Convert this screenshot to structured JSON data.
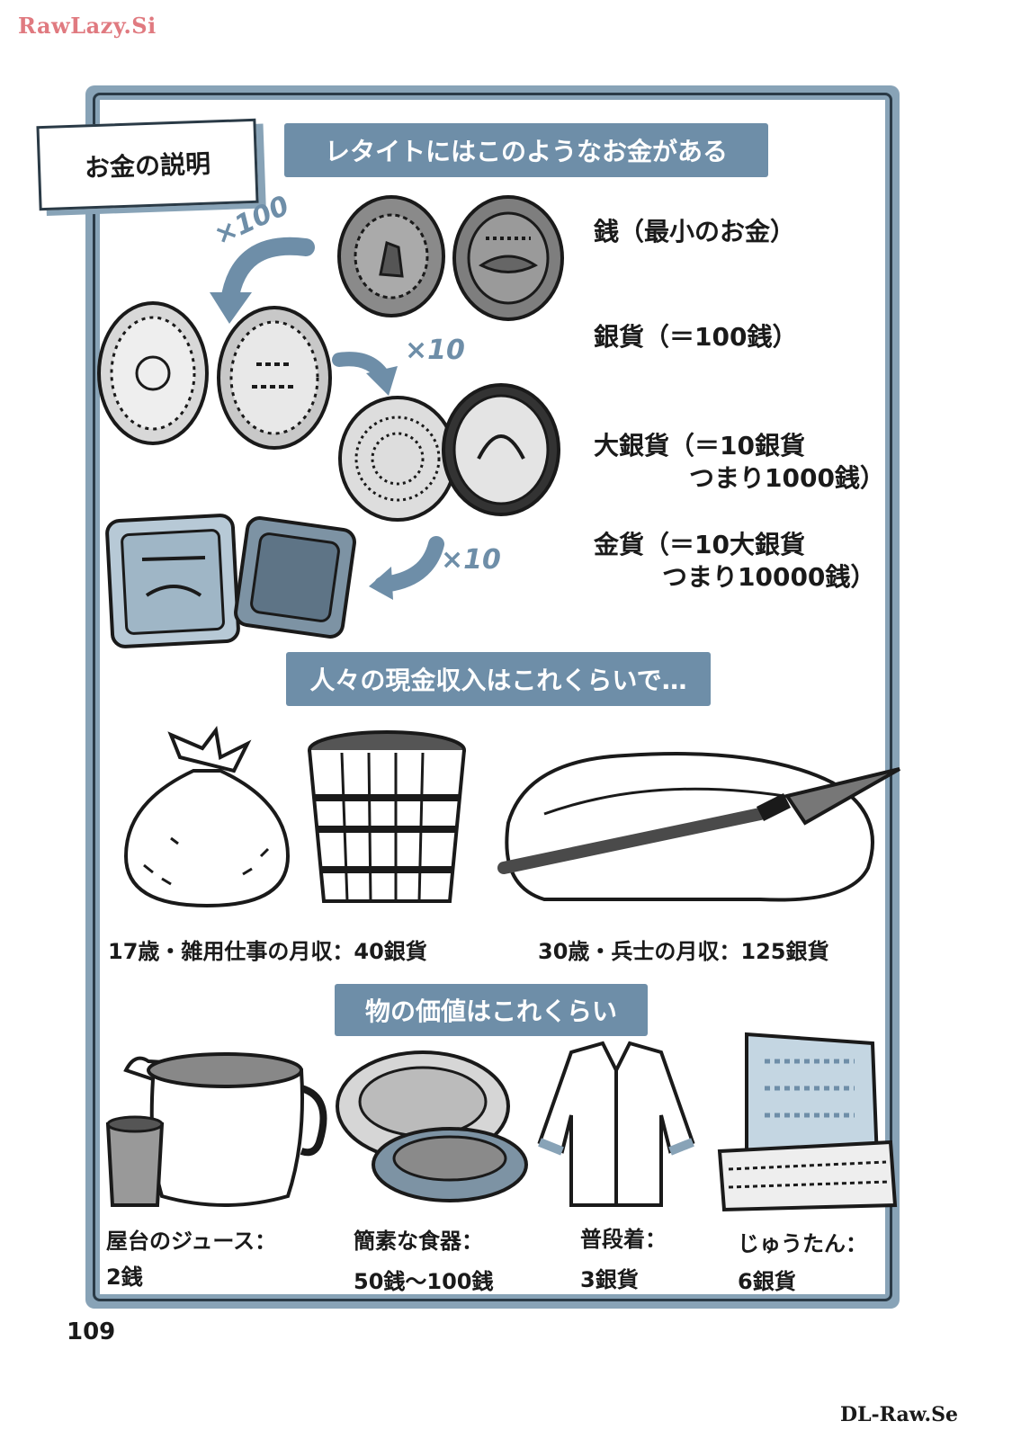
{
  "watermark_top": "RawLazy.Si",
  "watermark_bottom": "DL-Raw.Se",
  "page_number": "109",
  "title_tag": "お金の説明",
  "banners": {
    "money_types": "レタイトにはこのようなお金がある",
    "income": "人々の現金収入はこれくらいで…",
    "prices": "物の価値はこれくらい"
  },
  "multipliers": {
    "x100": "×100",
    "x10_a": "×10",
    "x10_b": "×10"
  },
  "denominations": [
    {
      "line1": "銭（最小のお金）",
      "line2": ""
    },
    {
      "line1": "銀貨（＝100銭）",
      "line2": ""
    },
    {
      "line1": "大銀貨（＝10銀貨",
      "line2": "つまり1000銭）"
    },
    {
      "line1": "金貨（＝10大銀貨",
      "line2": "つまり10000銭）"
    }
  ],
  "incomes": [
    {
      "label": "17歳・雑用仕事の月収：40銀貨"
    },
    {
      "label": "30歳・兵士の月収：125銀貨"
    }
  ],
  "prices": [
    {
      "item": "屋台のジュース：",
      "price": "2銭"
    },
    {
      "item": "簡素な食器：",
      "price": "50銭〜100銭"
    },
    {
      "item": "普段着：",
      "price": "3銀貨"
    },
    {
      "item": "じゅうたん：",
      "price": "6銀貨"
    }
  ],
  "colors": {
    "accent": "#6e8ea8",
    "frame": "#88a3b7",
    "ink": "#1a1a1a",
    "watermark": "#e07a80"
  }
}
